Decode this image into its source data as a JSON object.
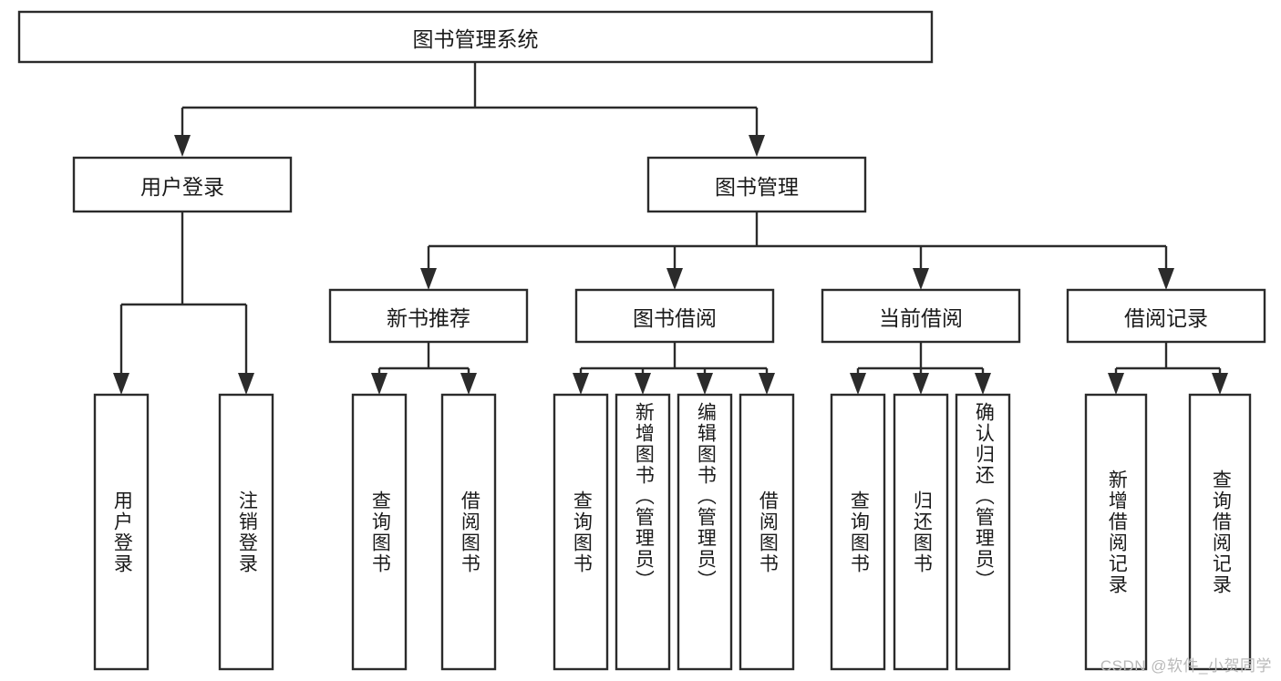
{
  "diagram": {
    "type": "tree-hierarchy",
    "orientation": "top-down",
    "root": {
      "id": "root",
      "label": "图书管理系统",
      "text_direction": "horizontal"
    },
    "level2": [
      {
        "id": "user-login",
        "label": "用户登录",
        "text_direction": "horizontal"
      },
      {
        "id": "book-management",
        "label": "图书管理",
        "text_direction": "horizontal"
      }
    ],
    "level3": [
      {
        "id": "new-book-recommend",
        "label": "新书推荐",
        "parent": "book-management",
        "text_direction": "horizontal"
      },
      {
        "id": "book-borrow",
        "label": "图书借阅",
        "parent": "book-management",
        "text_direction": "horizontal"
      },
      {
        "id": "current-borrow",
        "label": "当前借阅",
        "parent": "book-management",
        "text_direction": "horizontal"
      },
      {
        "id": "borrow-record",
        "label": "借阅记录",
        "parent": "book-management",
        "text_direction": "horizontal"
      }
    ],
    "leaves": [
      {
        "id": "leaf-user-login",
        "label": "用户登录",
        "parent": "user-login",
        "text_direction": "vertical"
      },
      {
        "id": "leaf-logout",
        "label": "注销登录",
        "parent": "user-login",
        "text_direction": "vertical"
      },
      {
        "id": "leaf-query-book-1",
        "label": "查询图书",
        "parent": "new-book-recommend",
        "text_direction": "vertical"
      },
      {
        "id": "leaf-borrow-book-1",
        "label": "借阅图书",
        "parent": "new-book-recommend",
        "text_direction": "vertical"
      },
      {
        "id": "leaf-query-book-2",
        "label": "查询图书",
        "parent": "book-borrow",
        "text_direction": "vertical"
      },
      {
        "id": "leaf-add-book",
        "label": "新增图书（管理员）",
        "parent": "book-borrow",
        "text_direction": "vertical"
      },
      {
        "id": "leaf-edit-book",
        "label": "编辑图书（管理员）",
        "parent": "book-borrow",
        "text_direction": "vertical"
      },
      {
        "id": "leaf-borrow-book-2",
        "label": "借阅图书",
        "parent": "book-borrow",
        "text_direction": "vertical"
      },
      {
        "id": "leaf-query-book-3",
        "label": "查询图书",
        "parent": "current-borrow",
        "text_direction": "vertical"
      },
      {
        "id": "leaf-return-book",
        "label": "归还图书",
        "parent": "current-borrow",
        "text_direction": "vertical"
      },
      {
        "id": "leaf-confirm-return",
        "label": "确认归还（管理员）",
        "parent": "current-borrow",
        "text_direction": "vertical"
      },
      {
        "id": "leaf-add-record",
        "label": "新增借阅记录",
        "parent": "borrow-record",
        "text_direction": "vertical"
      },
      {
        "id": "leaf-query-record",
        "label": "查询借阅记录",
        "parent": "borrow-record",
        "text_direction": "vertical"
      }
    ],
    "colors": {
      "stroke": "#2b2b2b",
      "fill": "#ffffff",
      "text": "#1a1a1a",
      "watermark": "#b9b9b9"
    }
  },
  "watermark": {
    "text": "CSDN @软件_小贺同学"
  }
}
